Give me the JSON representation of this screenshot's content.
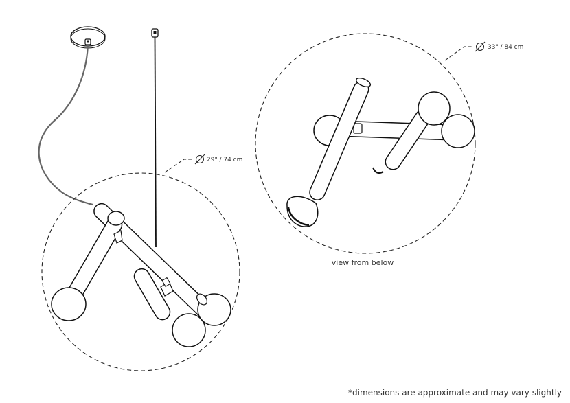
{
  "dimensions": {
    "side_view_diameter": "29\" / 74 cm",
    "bottom_view_diameter": "33\" / 84 cm"
  },
  "captions": {
    "bottom_view": "view from below"
  },
  "footnote": "*dimensions are approximate and may vary slightly",
  "colors": {
    "line": "#111111",
    "cord": "#666666",
    "dashed": "#222222"
  }
}
